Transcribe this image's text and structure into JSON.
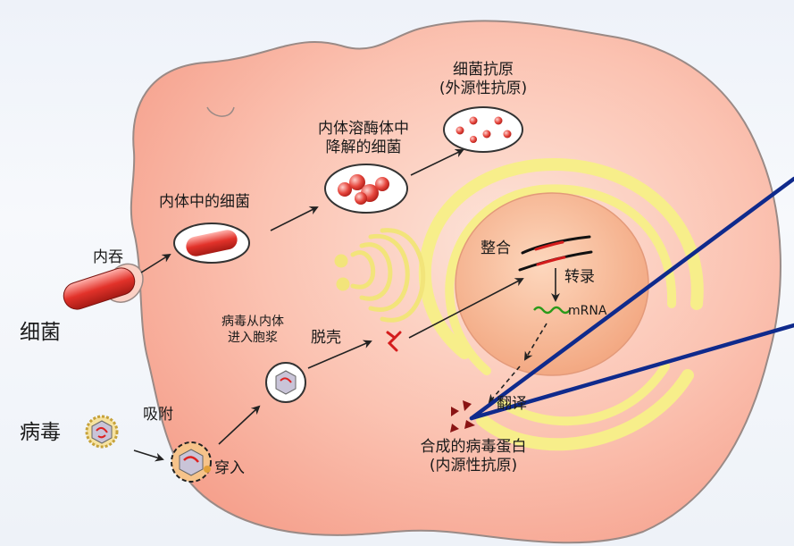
{
  "labels": {
    "bacteria": "细菌",
    "virus": "病毒",
    "engulf": "内吞",
    "bacteria_in_endosome": "内体中的细菌",
    "lysosome_degraded_1": "内体溶酶体中",
    "lysosome_degraded_2": "降解的细菌",
    "bacterial_antigen_1": "细菌抗原",
    "bacterial_antigen_2": "(外源性抗原)",
    "virus_escape_1": "病毒从内体",
    "virus_escape_2": "进入胞浆",
    "uncoating": "脱壳",
    "adsorption": "吸附",
    "penetration": "穿入",
    "integration": "整合",
    "transcription": "转录",
    "mrna": "mRNA",
    "translation": "翻译",
    "viral_protein_1": "合成的病毒蛋白",
    "viral_protein_2": "(内源性抗原)"
  },
  "colors": {
    "cell_fill": "#f9b3a2",
    "cell_outline": "#8a8a8a",
    "nucleus": "#f6b792",
    "er": "#f7ee8a",
    "bacterium": "#d9342b",
    "pointer_line": "#0f2a8c"
  }
}
